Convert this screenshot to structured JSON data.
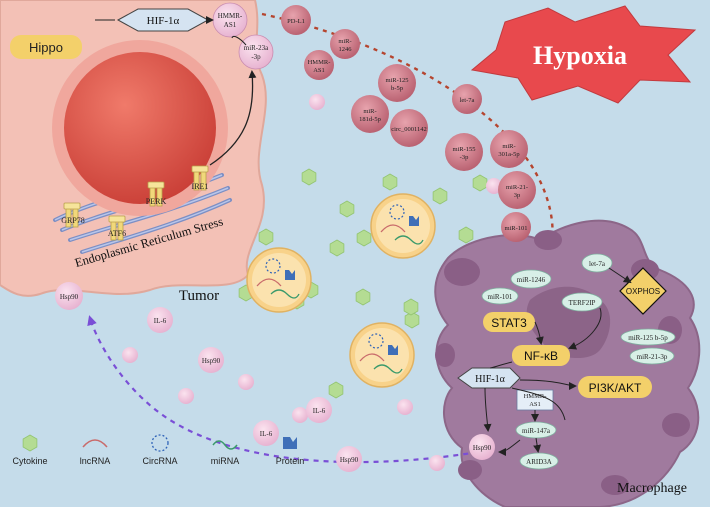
{
  "labels": {
    "hippo": "Hippo",
    "hypoxia": "Hypoxia",
    "tumor": "Tumor",
    "macrophage": "Macrophage",
    "er_stress": "Endoplasmic Reticulum Stress",
    "hif_top": "HIF-1α",
    "hmmr_as1_top": [
      "HMMR-",
      "AS1"
    ],
    "mir23a": [
      "miR-23a",
      "-3p"
    ],
    "grp78": "GRP78",
    "atf6": "ATF6",
    "perk": "PERK",
    "ire1": "IRE1"
  },
  "exosome_cargo": [
    {
      "lines": [
        "PD-L1"
      ]
    },
    {
      "lines": [
        "miR-",
        "1246"
      ]
    },
    {
      "lines": [
        "HMMR-",
        "AS1"
      ]
    },
    {
      "lines": [
        "miR-125",
        "b-5p"
      ]
    },
    {
      "lines": [
        "let-7a"
      ]
    },
    {
      "lines": [
        "miR-",
        "181d-5p"
      ]
    },
    {
      "lines": [
        "circ_0001142"
      ]
    },
    {
      "lines": [
        "miR-155",
        "-3p"
      ]
    },
    {
      "lines": [
        "miR-",
        "301a-5p"
      ]
    },
    {
      "lines": [
        "miR-21-",
        "3p"
      ]
    },
    {
      "lines": [
        "miR-101"
      ]
    }
  ],
  "secreted": {
    "hsp90_a": "Hsp90",
    "il6_a": "IL-6",
    "hsp90_b": "Hsp90",
    "il6_b": "IL-6",
    "il6_c": "IL-6",
    "hsp90_c": "Hsp90",
    "hsp90_d": "Hsp90"
  },
  "macrophage_nodes": {
    "mir1246": "miR-1246",
    "let7a": "let-7a",
    "mir101": "miR-101",
    "terf2ip": "TERF2IP",
    "oxphos": "OXPHOS",
    "stat3": "STAT3",
    "mir125b": "miR-125 b-5p",
    "nfkb": "NF-κB",
    "mir21": "miR-21-3p",
    "hif1a": "HIF-1α",
    "hmmr": [
      "HMMR-",
      "AS1"
    ],
    "pi3k": "PI3K/AKT",
    "mir147a": "miR-147a",
    "arid3a": "ARID3A"
  },
  "legend": [
    {
      "label": "Cytokine",
      "icon": "hexagon-icon"
    },
    {
      "label": "lncRNA",
      "icon": "lncrna-icon"
    },
    {
      "label": "CircRNA",
      "icon": "circrna-icon"
    },
    {
      "label": "miRNA",
      "icon": "mirna-icon"
    },
    {
      "label": "Protein",
      "icon": "protein-icon"
    }
  ],
  "colors": {
    "background": "#c5dcea",
    "tumor": "#f3c1b6",
    "nucleus": "#e0564a",
    "macrophage": "#a07a9e",
    "badge": "#f3d06a",
    "exosome": "#d78692",
    "hypoxia": "#e8494d",
    "cytokine": "#b4dc93"
  }
}
